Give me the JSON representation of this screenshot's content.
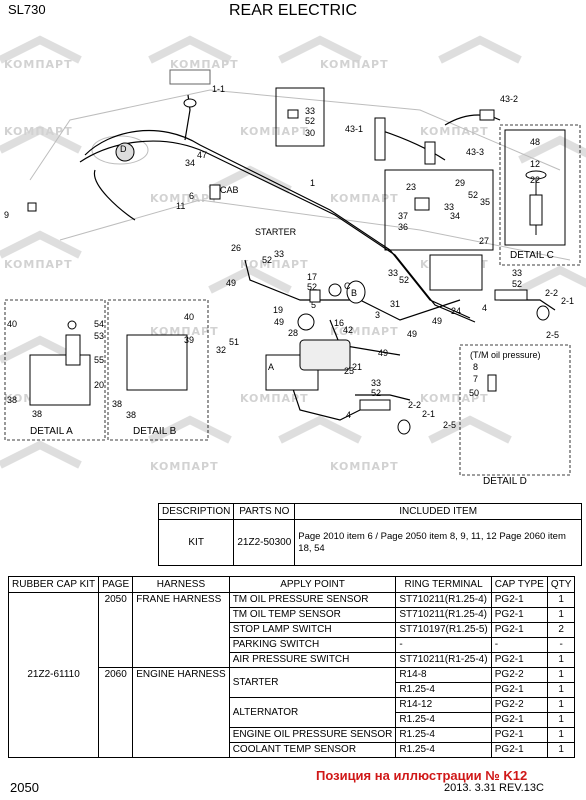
{
  "header": {
    "model": "SL730",
    "title": "REAR ELECTRIC"
  },
  "watermark": {
    "text": "KOMПАРТ"
  },
  "callouts": [
    {
      "text": "1-1"
    },
    {
      "text": "33"
    },
    {
      "text": "52"
    },
    {
      "text": "30"
    },
    {
      "text": "43-2"
    },
    {
      "text": "43-1"
    },
    {
      "text": "43-3"
    },
    {
      "text": "48"
    },
    {
      "text": "12"
    },
    {
      "text": "22"
    },
    {
      "text": "D"
    },
    {
      "text": "34"
    },
    {
      "text": "47"
    },
    {
      "text": "6"
    },
    {
      "text": "CAB"
    },
    {
      "text": "1"
    },
    {
      "text": "11"
    },
    {
      "text": "9"
    },
    {
      "text": "23"
    },
    {
      "text": "29"
    },
    {
      "text": "52"
    },
    {
      "text": "35"
    },
    {
      "text": "37"
    },
    {
      "text": "36"
    },
    {
      "text": "34"
    },
    {
      "text": "33"
    },
    {
      "text": "27"
    },
    {
      "text": "26"
    },
    {
      "text": "STARTER"
    },
    {
      "text": "33"
    },
    {
      "text": "52"
    },
    {
      "text": "49"
    },
    {
      "text": "17"
    },
    {
      "text": "52"
    },
    {
      "text": "C"
    },
    {
      "text": "B"
    },
    {
      "text": "33"
    },
    {
      "text": "52"
    },
    {
      "text": "31"
    },
    {
      "text": "33"
    },
    {
      "text": "52"
    },
    {
      "text": "4"
    },
    {
      "text": "2-2"
    },
    {
      "text": "2-1"
    },
    {
      "text": "2-5"
    },
    {
      "text": "24"
    },
    {
      "text": "49"
    },
    {
      "text": "5"
    },
    {
      "text": "3"
    },
    {
      "text": "49"
    },
    {
      "text": "19"
    },
    {
      "text": "16"
    },
    {
      "text": "42"
    },
    {
      "text": "28"
    },
    {
      "text": "49"
    },
    {
      "text": "49"
    },
    {
      "text": "40"
    },
    {
      "text": "54"
    },
    {
      "text": "53"
    },
    {
      "text": "55"
    },
    {
      "text": "20"
    },
    {
      "text": "38"
    },
    {
      "text": "38"
    },
    {
      "text": "40"
    },
    {
      "text": "39"
    },
    {
      "text": "38"
    },
    {
      "text": "38"
    },
    {
      "text": "32"
    },
    {
      "text": "51"
    },
    {
      "text": "A"
    },
    {
      "text": "25"
    },
    {
      "text": "21"
    },
    {
      "text": "33"
    },
    {
      "text": "52"
    },
    {
      "text": "4"
    },
    {
      "text": "2-2"
    },
    {
      "text": "2-1"
    },
    {
      "text": "2-5"
    },
    {
      "text": "(T/M oil pressure)"
    },
    {
      "text": "8"
    },
    {
      "text": "7"
    },
    {
      "text": "50"
    }
  ],
  "details": {
    "a": "DETAIL A",
    "b": "DETAIL B",
    "c": "DETAIL C",
    "d": "DETAIL D"
  },
  "kit_table": {
    "headers": [
      "DESCRIPTION",
      "PARTS NO",
      "INCLUDED ITEM"
    ],
    "rows": [
      [
        "KIT",
        "21Z2-50300",
        "Page 2010 item 6 / Page 2050 item 8, 9, 11, 12 Page 2060 item 18, 54"
      ]
    ]
  },
  "harness_table": {
    "headers": [
      "RUBBER CAP KIT",
      "PAGE",
      "HARNESS",
      "APPLY POINT",
      "RING TERMINAL",
      "CAP TYPE",
      "QTY"
    ],
    "kit": "21Z2-61110",
    "groups": [
      {
        "page": "2050",
        "harness": "FRANE HARNESS",
        "rows": [
          {
            "apply": "TM OIL PRESSURE SENSOR",
            "ring": "ST710211(R1.25-4)",
            "cap": "PG2-1",
            "qty": "1"
          },
          {
            "apply": "TM OIL TEMP SENSOR",
            "ring": "ST710211(R1.25-4)",
            "cap": "PG2-1",
            "qty": "1"
          },
          {
            "apply": "STOP LAMP SWITCH",
            "ring": "ST710197(R1.25-5)",
            "cap": "PG2-1",
            "qty": "2"
          },
          {
            "apply": "PARKING SWITCH",
            "ring": "-",
            "cap": "-",
            "qty": "-"
          },
          {
            "apply": "AIR PRESSURE SWITCH",
            "ring": "ST710211(R1-25-4)",
            "cap": "PG2-1",
            "qty": "1"
          }
        ]
      },
      {
        "page": "2060",
        "harness": "ENGINE HARNESS",
        "rows": [
          {
            "apply": "STARTER",
            "ring": "R14-8",
            "cap": "PG2-2",
            "qty": "1"
          },
          {
            "apply": "",
            "ring": "R1.25-4",
            "cap": "PG2-1",
            "qty": "1"
          },
          {
            "apply": "ALTERNATOR",
            "ring": "R14-12",
            "cap": "PG2-2",
            "qty": "1"
          },
          {
            "apply": "",
            "ring": "R1.25-4",
            "cap": "PG2-1",
            "qty": "1"
          },
          {
            "apply": "ENGINE OIL PRESSURE SENSOR",
            "ring": "R1.25-4",
            "cap": "PG2-1",
            "qty": "1"
          },
          {
            "apply": "COOLANT TEMP SENSOR",
            "ring": "R1.25-4",
            "cap": "PG2-1",
            "qty": "1"
          }
        ]
      }
    ]
  },
  "footer": {
    "page": "2050",
    "date": "2013. 3.31  REV.13C",
    "position_note": "Позиция на иллюстрации № K12"
  }
}
